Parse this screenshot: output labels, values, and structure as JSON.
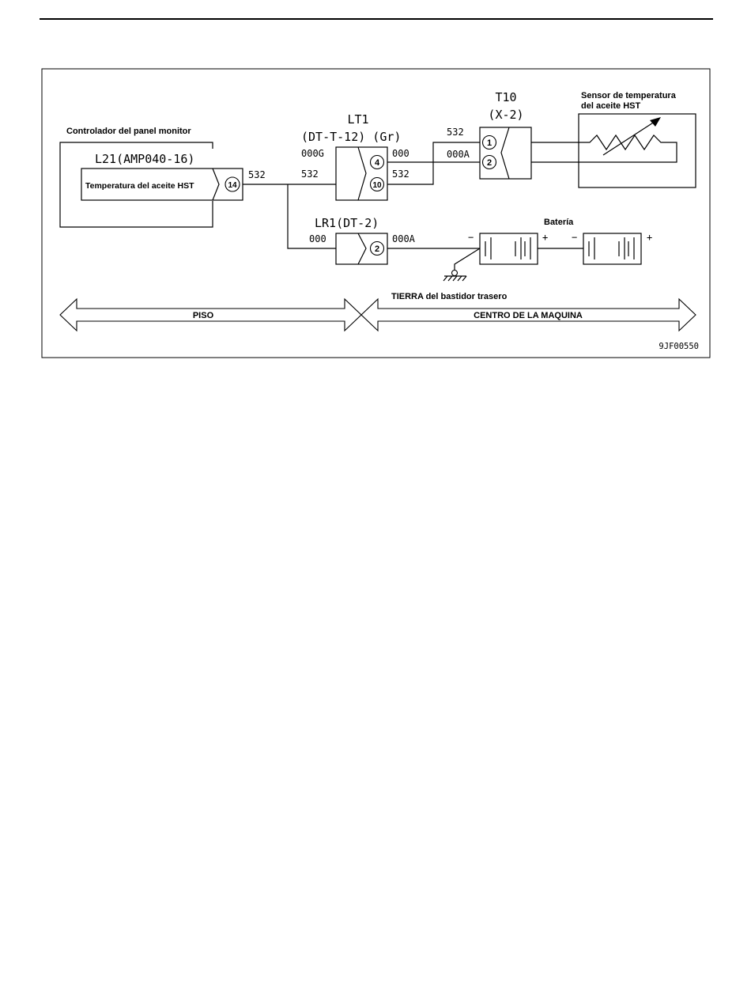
{
  "diagram": {
    "controller_label": "Controlador del panel monitor",
    "l21": {
      "name": "L21(AMP040-16)",
      "signal": "Temperatura del aceite HST",
      "pin": "14",
      "wire_out": "532"
    },
    "lt1": {
      "name_line1": "LT1",
      "name_line2": "(DT-T-12) (Gr)",
      "wire_in_top": "000G",
      "wire_in_bottom": "532",
      "pin_top": "4",
      "pin_bottom": "10",
      "wire_out_top": "000",
      "wire_out_bottom": "532"
    },
    "t10": {
      "name_line1": "T10",
      "name_line2": "(X-2)",
      "pin_top": "1",
      "pin_bottom": "2",
      "wire_in_top": "532",
      "wire_in_bottom": "000A"
    },
    "sensor": {
      "label_line1": "Sensor de temperatura",
      "label_line2": "del aceite HST"
    },
    "lr1": {
      "name": "LR1(DT-2)",
      "wire_in": "000",
      "pin": "2",
      "wire_out": "000A"
    },
    "battery": {
      "label": "Batería",
      "minus": "−",
      "plus": "+"
    },
    "ground_label": "TIERRA del bastidor trasero",
    "zones": {
      "left": "PISO",
      "right": "CENTRO DE LA MAQUINA"
    },
    "figure_code": "9JF00550"
  }
}
